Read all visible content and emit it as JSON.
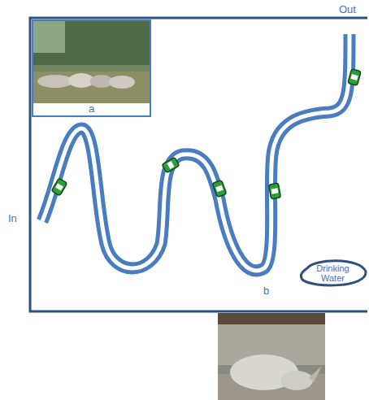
{
  "diagram": {
    "nodes": [
      {
        "text": [
          "a"
        ]
      },
      {
        "text": [
          "Drinking Water"
        ]
      }
    ],
    "labels": [
      "Out",
      "In",
      "b"
    ]
  }
}
